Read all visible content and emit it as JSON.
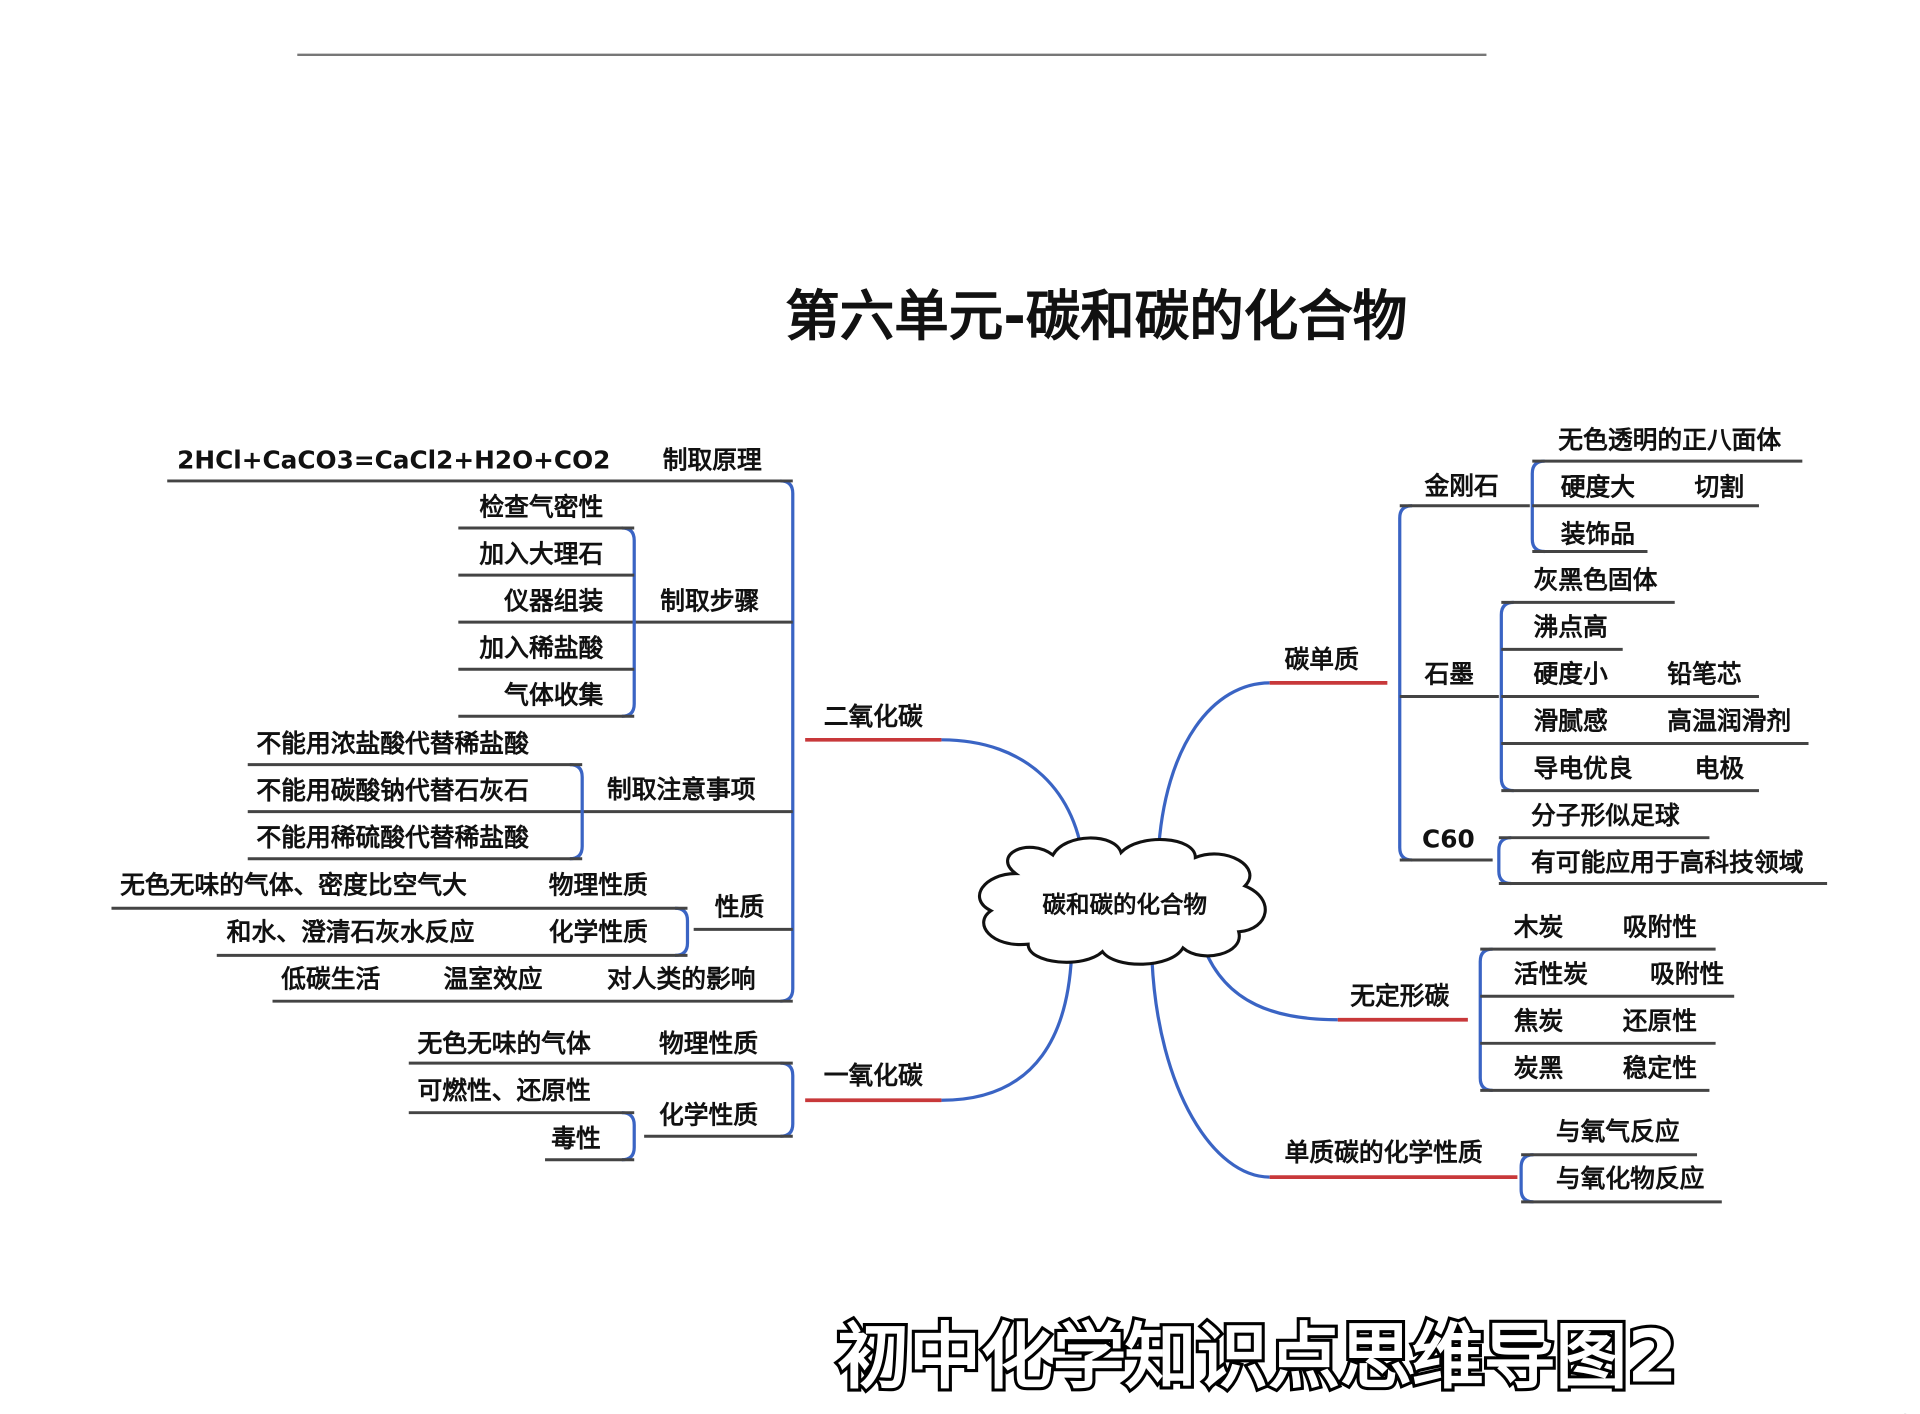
{
  "title": "第六单元-碳和碳的化合物",
  "caption": "初中化学知识点思维导图2",
  "center": "碳和碳的化合物",
  "colors": {
    "branch": "#3a64c4",
    "main_branch": "#c8383a",
    "text": "#111111"
  },
  "left": {
    "co2": {
      "label": "二氧化碳",
      "principle": {
        "label": "制取原理",
        "equation": "2HCl+CaCO3=CaCl2+H2O+CO2"
      },
      "steps": {
        "label": "制取步骤",
        "items": [
          "检查气密性",
          "加入大理石",
          "仪器组装",
          "加入稀盐酸",
          "气体收集"
        ]
      },
      "cautions": {
        "label": "制取注意事项",
        "items": [
          "不能用浓盐酸代替稀盐酸",
          "不能用碳酸钠代替石灰石",
          "不能用稀硫酸代替稀盐酸"
        ]
      },
      "properties": {
        "label": "性质",
        "physical": {
          "label": "物理性质",
          "value": "无色无味的气体、密度比空气大"
        },
        "chemical": {
          "label": "化学性质",
          "value": "和水、澄清石灰水反应"
        }
      },
      "impact": {
        "label": "对人类的影响",
        "items": [
          "低碳生活",
          "温室效应"
        ]
      }
    },
    "co": {
      "label": "一氧化碳",
      "physical": {
        "label": "物理性质",
        "value": "无色无味的气体"
      },
      "chemical": {
        "label": "化学性质",
        "items": [
          "可燃性、还原性",
          "毒性"
        ]
      }
    }
  },
  "right": {
    "elemental": {
      "label": "碳单质",
      "diamond": {
        "label": "金刚石",
        "items": [
          "无色透明的正八面体",
          "硬度大",
          "切割",
          "装饰品"
        ]
      },
      "graphite": {
        "label": "石墨",
        "items": [
          "灰黑色固体",
          "沸点高",
          "硬度小",
          "铅笔芯",
          "滑腻感",
          "高温润滑剂",
          "导电优良",
          "电极"
        ]
      },
      "c60": {
        "label": "C60",
        "items": [
          "分子形似足球",
          "有可能应用于高科技领域"
        ]
      }
    },
    "amorphous": {
      "label": "无定形碳",
      "items": [
        "木炭",
        "吸附性",
        "活性炭",
        "吸附性",
        "焦炭",
        "还原性",
        "炭黑",
        "稳定性"
      ]
    },
    "chemical": {
      "label": "单质碳的化学性质",
      "items": [
        "与氧气反应",
        "与氧化物反应"
      ]
    }
  }
}
